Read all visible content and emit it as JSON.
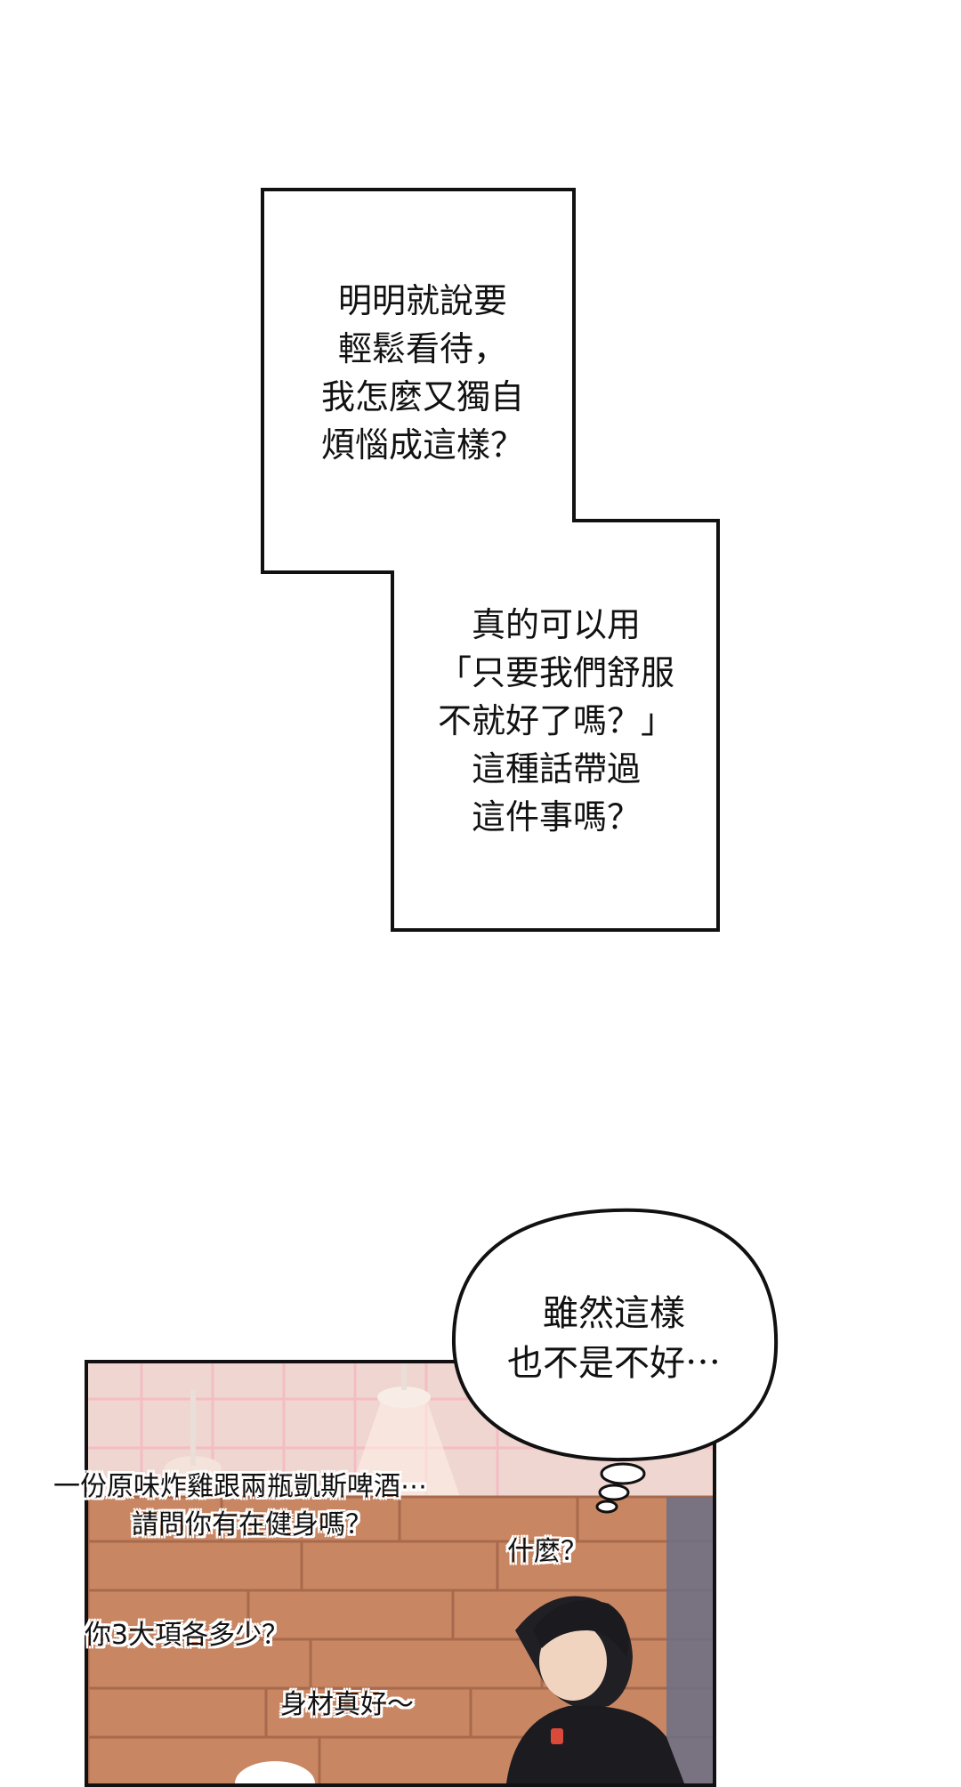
{
  "narration": {
    "box_one_lines": [
      "明明就說要",
      "輕鬆看待，",
      "我怎麼又獨自",
      "煩惱成這樣？"
    ],
    "box_two_lines": [
      "真的可以用",
      "「只要我們舒服",
      "不就好了嗎？」",
      "這種話帶過",
      "這件事嗎？"
    ]
  },
  "thought_bubble": {
    "lines": [
      "雖然這樣",
      "也不是不好⋯"
    ]
  },
  "dialogue": {
    "line_order": "一份原味炸雞跟兩瓶凱斯啤酒⋯",
    "line_gym": "請問你有在健身嗎？",
    "line_what": "什麼？",
    "line_lifts": "你3大項各多少？",
    "line_body": "身材真好～"
  },
  "colors": {
    "panel_bg_top": "#e8c9c1",
    "panel_bg_bottom": "#b77a5d",
    "brick": "#c98663",
    "outline": "#111111"
  }
}
